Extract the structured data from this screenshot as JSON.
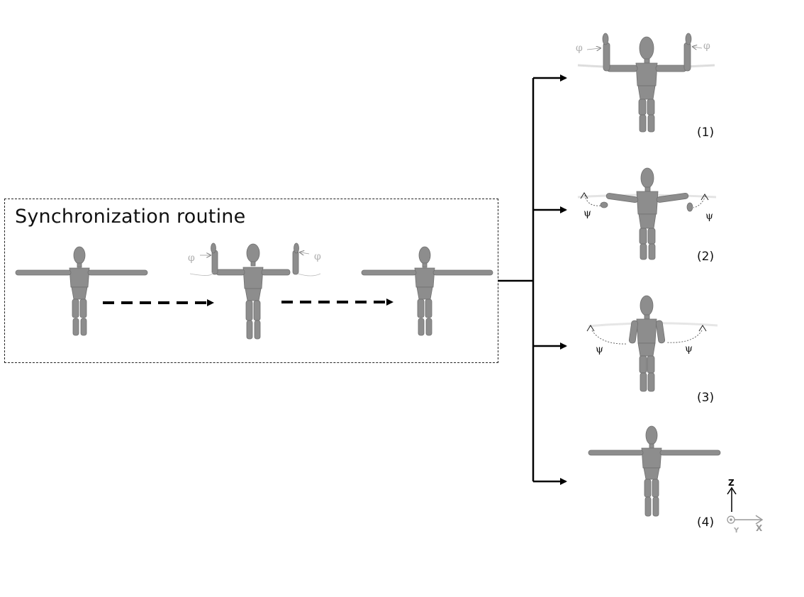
{
  "sync": {
    "title": "Synchronization routine",
    "angle_symbol": "φ"
  },
  "variants": [
    {
      "label": "(1)",
      "pose": "forearms-up",
      "angle_symbol": "φ"
    },
    {
      "label": "(2)",
      "pose": "hands-down",
      "angle_symbol": "ψ"
    },
    {
      "label": "(3)",
      "pose": "arms-down",
      "angle_symbol": "ψ"
    },
    {
      "label": "(4)",
      "pose": "t-pose",
      "angle_symbol": ""
    }
  ],
  "axes": {
    "z_label": "Z",
    "x_label": "X",
    "y_label": "Y"
  },
  "colors": {
    "figure": "#8d8d8d",
    "figure_dark": "#6f6f6f",
    "arrow": "#000000",
    "faded": "#b0b0b0"
  }
}
